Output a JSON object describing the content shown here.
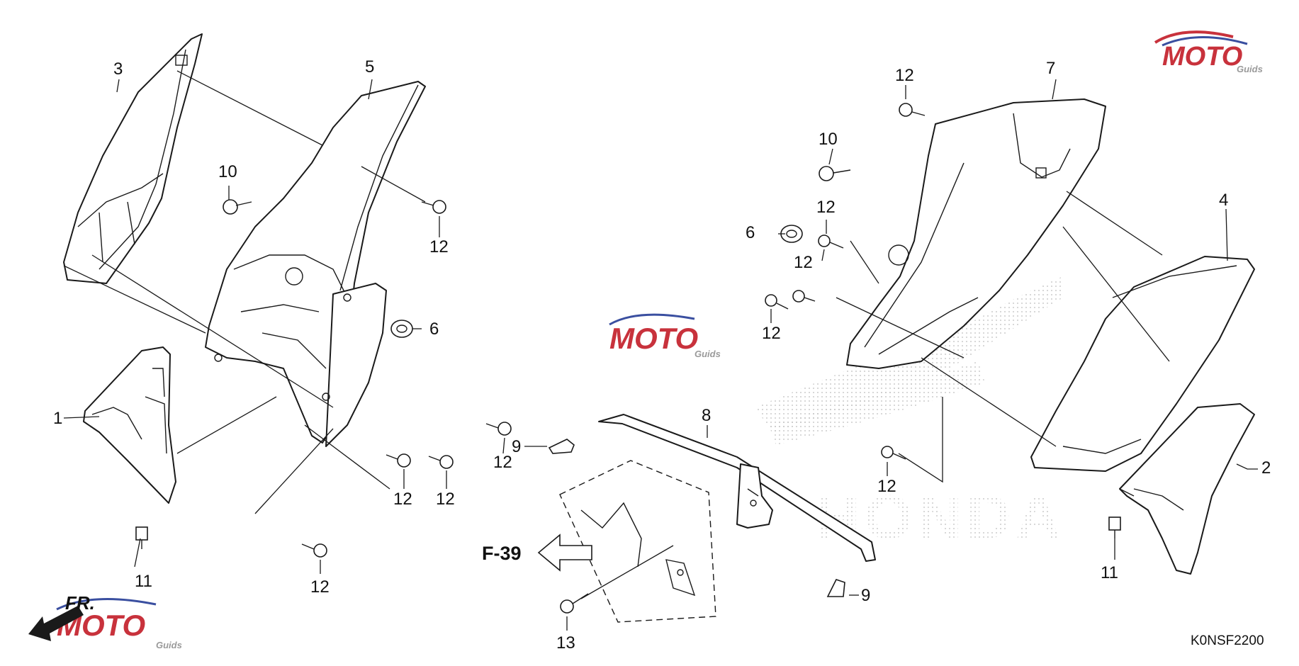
{
  "diagram": {
    "code": "K0NSF2200",
    "front_label": "FR.",
    "ref_label": "F-39",
    "watermark": {
      "text": "MOTO",
      "sub": "Guids",
      "red": "#c8323c",
      "blue": "#3a4fa0",
      "gray": "#9a9a9a"
    },
    "callouts": [
      {
        "id": "c1",
        "text": "1"
      },
      {
        "id": "c2",
        "text": "2"
      },
      {
        "id": "c3",
        "text": "3"
      },
      {
        "id": "c4",
        "text": "4"
      },
      {
        "id": "c5",
        "text": "5"
      },
      {
        "id": "c6a",
        "text": "6"
      },
      {
        "id": "c6b",
        "text": "6"
      },
      {
        "id": "c7",
        "text": "7"
      },
      {
        "id": "c8",
        "text": "8"
      },
      {
        "id": "c9a",
        "text": "9"
      },
      {
        "id": "c9b",
        "text": "9"
      },
      {
        "id": "c10a",
        "text": "10"
      },
      {
        "id": "c10b",
        "text": "10"
      },
      {
        "id": "c11a",
        "text": "11"
      },
      {
        "id": "c11b",
        "text": "11"
      },
      {
        "id": "c12a",
        "text": "12"
      },
      {
        "id": "c12b",
        "text": "12"
      },
      {
        "id": "c12c",
        "text": "12"
      },
      {
        "id": "c12d",
        "text": "12"
      },
      {
        "id": "c12e",
        "text": "12"
      },
      {
        "id": "c12f",
        "text": "12"
      },
      {
        "id": "c12g",
        "text": "12"
      },
      {
        "id": "c12h",
        "text": "12"
      },
      {
        "id": "c12i",
        "text": "12"
      },
      {
        "id": "c12j",
        "text": "12"
      },
      {
        "id": "c13",
        "text": "13"
      }
    ]
  }
}
